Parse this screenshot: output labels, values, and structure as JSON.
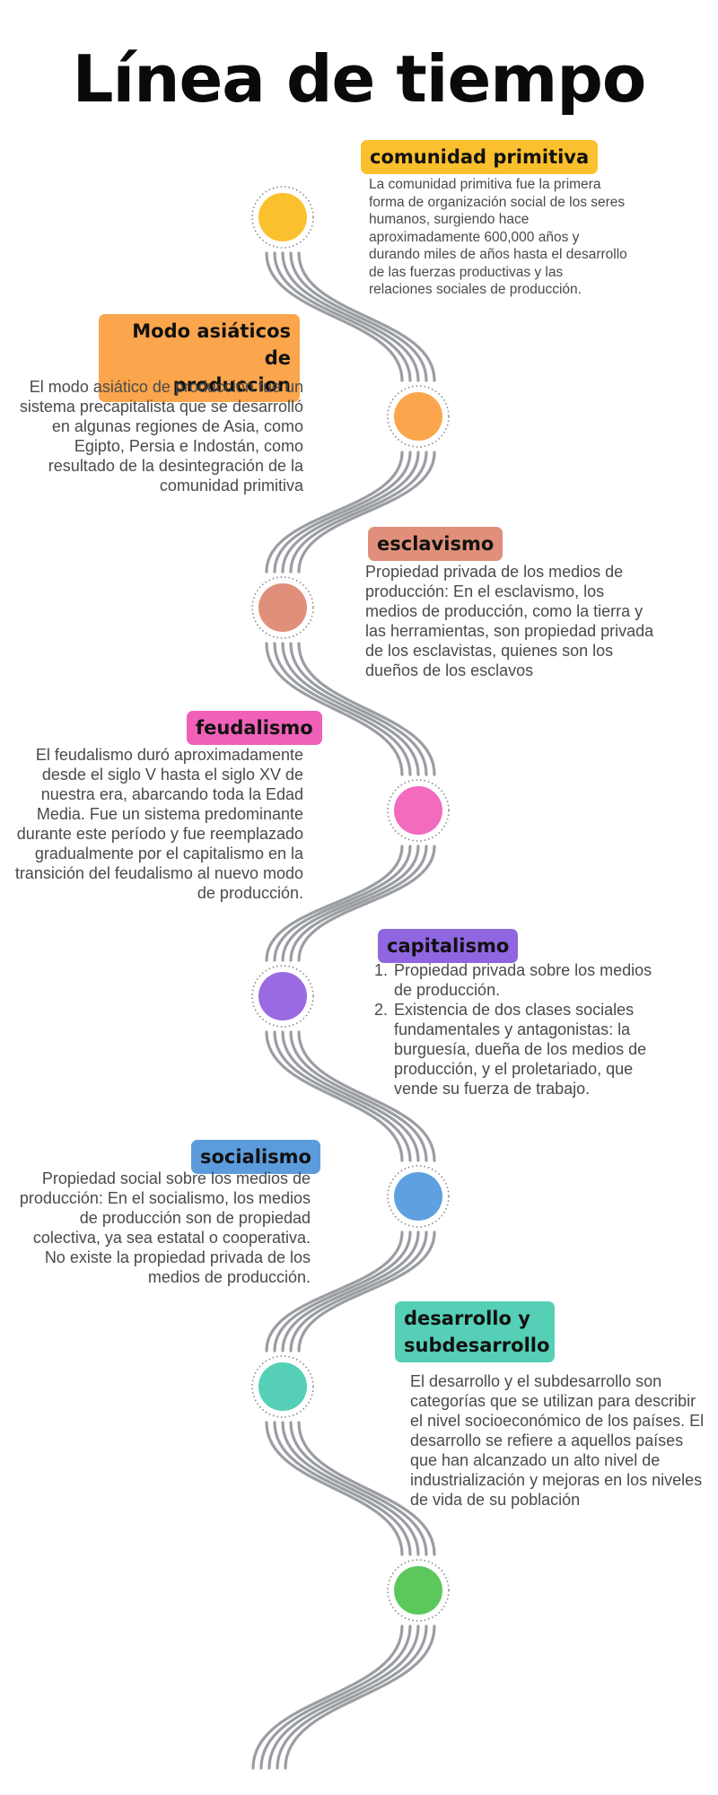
{
  "title": "Línea de tiempo",
  "events": [
    {
      "label": "comunidad primitiva",
      "color": "#FBC02D",
      "label_color": "#FBC02D",
      "text": "La comunidad primitiva fue la primera forma de organización social de los seres humanos, surgiendo hace aproximadamente 600,000 años y durando miles de años hasta el desarrollo de las fuerzas productivas y las relaciones sociales de producción."
    },
    {
      "label_line1": "Modo asiáticos de",
      "label_line2": "produccion",
      "color": "#FBA64C",
      "label_color": "#FBA64C",
      "text": "El modo asiático de producción fue un sistema precapitalista que se desarrolló en algunas regiones de Asia, como Egipto, Persia e Indostán, como resultado de la desintegración de la comunidad primitiva"
    },
    {
      "label": "esclavismo",
      "color": "#E0907A",
      "label_color": "#E0907A",
      "text": "Propiedad privada de los medios de producción: En el esclavismo, los medios de producción, como la tierra y las herramientas, son propiedad privada de los esclavistas, quienes son los dueños de los esclavos"
    },
    {
      "label": "feudalismo",
      "color": "#F26BBF",
      "label_color": "#F060B8",
      "text": "El feudalismo duró aproximadamente desde el siglo V hasta el siglo XV de nuestra era, abarcando toda la Edad Media. Fue un sistema predominante durante este período y fue reemplazado gradualmente por el capitalismo en la transición del feudalismo al nuevo modo de producción."
    },
    {
      "label": "capitalismo",
      "color": "#9A6AE3",
      "label_color": "#9066E0",
      "items": [
        "Propiedad privada sobre los medios de producción.",
        "Existencia de dos clases sociales fundamentales y antagonistas: la burguesía, dueña de los medios de producción, y el proletariado, que vende su fuerza de trabajo."
      ]
    },
    {
      "label": "socialismo",
      "color": "#5FA0E0",
      "label_color": "#5C9CDD",
      "text": "Propiedad social sobre los medios de producción: En el socialismo, los medios de producción son de propiedad colectiva, ya sea estatal o cooperativa. No existe la propiedad privada de los medios de producción."
    },
    {
      "label_line1": "desarrollo y",
      "label_line2": "subdesarrollo",
      "color": "#55CFB6",
      "label_color": "#55CFB6",
      "text": "El desarrollo y el subdesarrollo son categorías que se utilizan para describir el nivel socioeconómico de los países. El desarrollo se refiere a aquellos países que han alcanzado un alto nivel de industrialización y mejoras en los niveles de vida de su población"
    },
    {
      "color": "#5CC85C"
    }
  ],
  "path_color": "#9A9DA2"
}
